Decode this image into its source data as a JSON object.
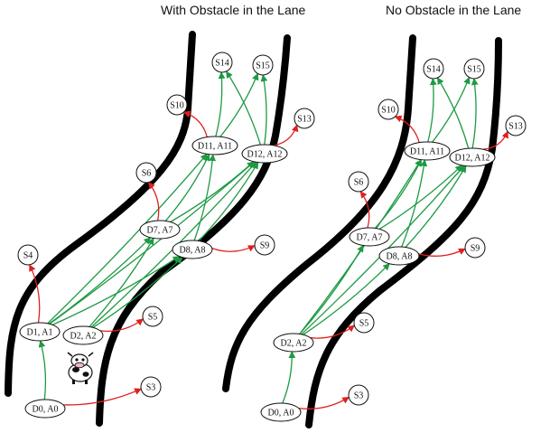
{
  "panels": [
    {
      "title": "With Obstacle in the Lane",
      "nodes": [
        {
          "id": "D0",
          "label": "D0, A0",
          "shape": "ellipse"
        },
        {
          "id": "D1",
          "label": "D1, A1",
          "shape": "ellipse"
        },
        {
          "id": "D2",
          "label": "D2, A2",
          "shape": "ellipse"
        },
        {
          "id": "D7",
          "label": "D7, A7",
          "shape": "ellipse"
        },
        {
          "id": "D8",
          "label": "D8, A8",
          "shape": "ellipse"
        },
        {
          "id": "D11",
          "label": "D11, A11",
          "shape": "ellipse"
        },
        {
          "id": "D12",
          "label": "D12, A12",
          "shape": "ellipse"
        },
        {
          "id": "S3",
          "label": "S3",
          "shape": "circle"
        },
        {
          "id": "S4",
          "label": "S4",
          "shape": "circle"
        },
        {
          "id": "S5",
          "label": "S5",
          "shape": "circle"
        },
        {
          "id": "S6",
          "label": "S6",
          "shape": "circle"
        },
        {
          "id": "S9",
          "label": "S9",
          "shape": "circle"
        },
        {
          "id": "S10",
          "label": "S10",
          "shape": "circle"
        },
        {
          "id": "S13",
          "label": "S13",
          "shape": "circle"
        },
        {
          "id": "S14",
          "label": "S14",
          "shape": "circle"
        },
        {
          "id": "S15",
          "label": "S15",
          "shape": "circle"
        }
      ],
      "edges": [
        {
          "from": "D0",
          "to": "D1",
          "color": "green"
        },
        {
          "from": "D0",
          "to": "S3",
          "color": "red"
        },
        {
          "from": "D1",
          "to": "S4",
          "color": "red"
        },
        {
          "from": "D1",
          "to": "D7",
          "color": "green"
        },
        {
          "from": "D1",
          "to": "D8",
          "color": "green"
        },
        {
          "from": "D1",
          "to": "D11",
          "color": "green"
        },
        {
          "from": "D1",
          "to": "D12",
          "color": "green"
        },
        {
          "from": "D2",
          "to": "S5",
          "color": "red"
        },
        {
          "from": "D2",
          "to": "D7",
          "color": "green"
        },
        {
          "from": "D2",
          "to": "D8",
          "color": "green"
        },
        {
          "from": "D2",
          "to": "D12",
          "color": "green"
        },
        {
          "from": "D7",
          "to": "S6",
          "color": "red"
        },
        {
          "from": "D7",
          "to": "D11",
          "color": "green"
        },
        {
          "from": "D7",
          "to": "D12",
          "color": "green"
        },
        {
          "from": "D8",
          "to": "S9",
          "color": "red"
        },
        {
          "from": "D8",
          "to": "D11",
          "color": "green"
        },
        {
          "from": "D8",
          "to": "D12",
          "color": "green"
        },
        {
          "from": "D11",
          "to": "S10",
          "color": "red"
        },
        {
          "from": "D11",
          "to": "S14",
          "color": "green"
        },
        {
          "from": "D11",
          "to": "S15",
          "color": "green"
        },
        {
          "from": "D12",
          "to": "S13",
          "color": "red"
        },
        {
          "from": "D12",
          "to": "S14",
          "color": "green"
        },
        {
          "from": "D12",
          "to": "S15",
          "color": "green"
        }
      ],
      "obstacle": "cow-icon"
    },
    {
      "title": "No Obstacle in the Lane",
      "nodes": [
        {
          "id": "D0",
          "label": "D0, A0",
          "shape": "ellipse"
        },
        {
          "id": "D2",
          "label": "D2, A2",
          "shape": "ellipse"
        },
        {
          "id": "D7",
          "label": "D7, A7",
          "shape": "ellipse"
        },
        {
          "id": "D8",
          "label": "D8, A8",
          "shape": "ellipse"
        },
        {
          "id": "D11",
          "label": "D11, A11",
          "shape": "ellipse"
        },
        {
          "id": "D12",
          "label": "D12, A12",
          "shape": "ellipse"
        },
        {
          "id": "S3",
          "label": "S3",
          "shape": "circle"
        },
        {
          "id": "S5",
          "label": "S5",
          "shape": "circle"
        },
        {
          "id": "S6",
          "label": "S6",
          "shape": "circle"
        },
        {
          "id": "S9",
          "label": "S9",
          "shape": "circle"
        },
        {
          "id": "S10",
          "label": "S10",
          "shape": "circle"
        },
        {
          "id": "S13",
          "label": "S13",
          "shape": "circle"
        },
        {
          "id": "S14",
          "label": "S14",
          "shape": "circle"
        },
        {
          "id": "S15",
          "label": "S15",
          "shape": "circle"
        }
      ],
      "edges": [
        {
          "from": "D0",
          "to": "D2",
          "color": "green"
        },
        {
          "from": "D0",
          "to": "S3",
          "color": "red"
        },
        {
          "from": "D2",
          "to": "S5",
          "color": "red"
        },
        {
          "from": "D2",
          "to": "D7",
          "color": "green"
        },
        {
          "from": "D2",
          "to": "D8",
          "color": "green"
        },
        {
          "from": "D2",
          "to": "D11",
          "color": "green"
        },
        {
          "from": "D2",
          "to": "D12",
          "color": "green"
        },
        {
          "from": "D7",
          "to": "S6",
          "color": "red"
        },
        {
          "from": "D7",
          "to": "D11",
          "color": "green"
        },
        {
          "from": "D7",
          "to": "D12",
          "color": "green"
        },
        {
          "from": "D8",
          "to": "S9",
          "color": "red"
        },
        {
          "from": "D8",
          "to": "D11",
          "color": "green"
        },
        {
          "from": "D8",
          "to": "D12",
          "color": "green"
        },
        {
          "from": "D11",
          "to": "S10",
          "color": "red"
        },
        {
          "from": "D11",
          "to": "S14",
          "color": "green"
        },
        {
          "from": "D11",
          "to": "S15",
          "color": "green"
        },
        {
          "from": "D12",
          "to": "S13",
          "color": "red"
        },
        {
          "from": "D12",
          "to": "S14",
          "color": "green"
        },
        {
          "from": "D12",
          "to": "S15",
          "color": "green"
        }
      ]
    }
  ],
  "colors": {
    "green": "#1d9a43",
    "red": "#e02020",
    "road": "#000000"
  }
}
